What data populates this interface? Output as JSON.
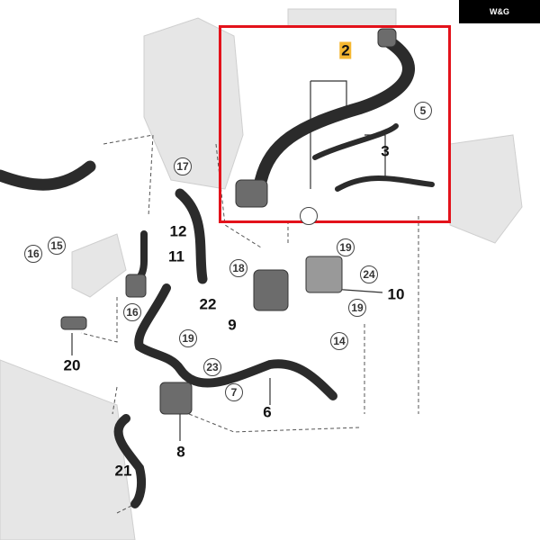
{
  "logo": {
    "text": "W&G"
  },
  "highlight_color": "#e3121b",
  "labels": {
    "p2": "2",
    "p3": "3",
    "p5": "5",
    "p17": "17",
    "p12": "12",
    "p11": "11",
    "p15": "15",
    "p16a": "16",
    "p16b": "16",
    "p18": "18",
    "p19a": "19",
    "p24": "24",
    "p10": "10",
    "p19b": "19",
    "p22": "22",
    "p9": "9",
    "p19c": "19",
    "p14": "14",
    "p20": "20",
    "p23": "23",
    "p7": "7",
    "p6": "6",
    "p8": "8",
    "p21": "21",
    "p1": ""
  }
}
